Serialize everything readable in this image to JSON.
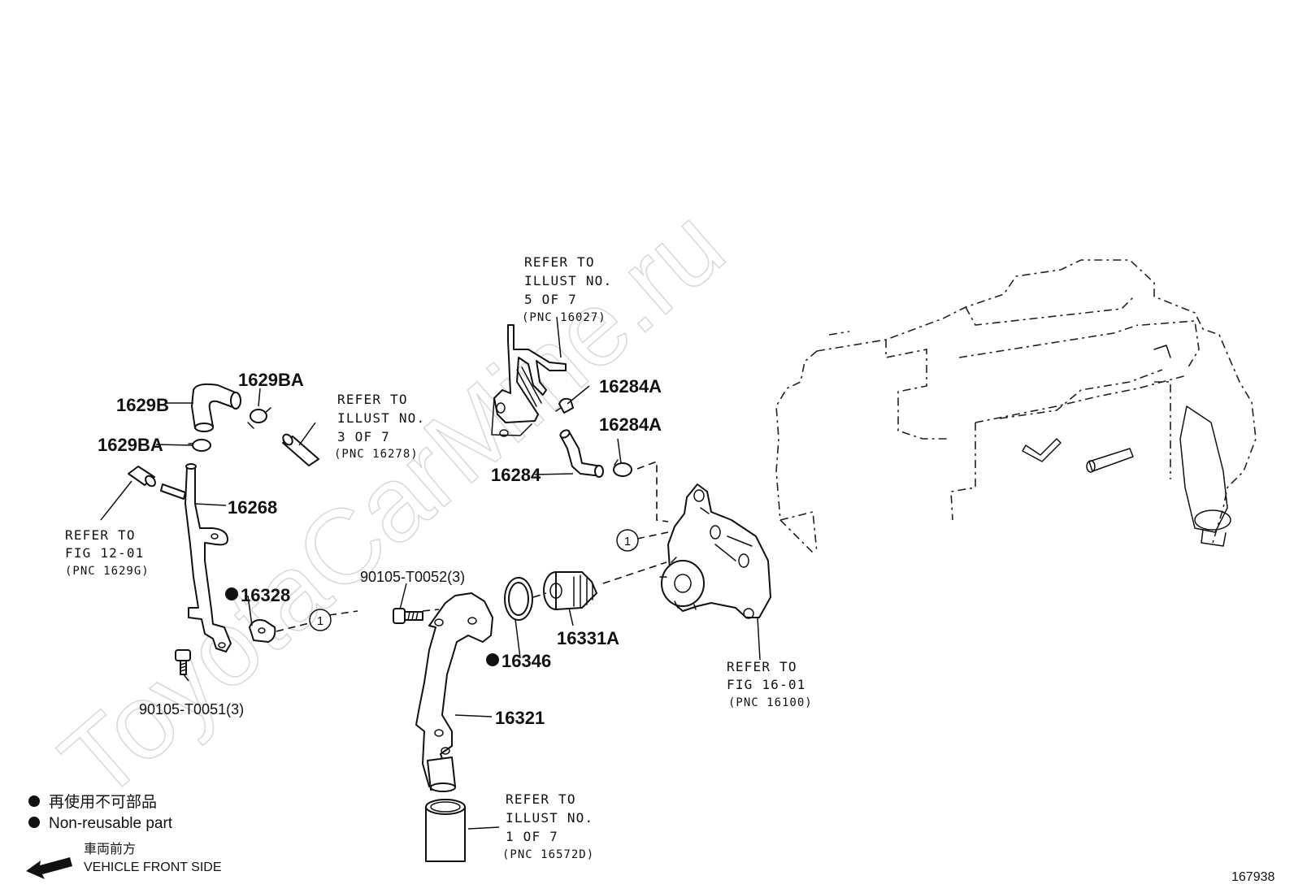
{
  "watermark": "ToyotaCarMine.ru",
  "figure_number": "167938",
  "part_labels": {
    "p1629BA_top": "1629BA",
    "p1629B": "1629B",
    "p1629BA_left": "1629BA",
    "p16268": "16268",
    "p16328": "16328",
    "p90105_T0051": "90105-T0051(3)",
    "p90105_T0052": "90105-T0052(3)",
    "p16346": "16346",
    "p16321": "16321",
    "p16331A": "16331A",
    "p16284A_top": "16284A",
    "p16284A_mid": "16284A",
    "p16284": "16284"
  },
  "refer_notes": {
    "r3of7": [
      "REFER TO",
      "ILLUST NO.",
      "3 OF 7",
      "(PNC 16278)"
    ],
    "r5of7": [
      "REFER TO",
      "ILLUST NO.",
      "5 OF 7",
      "(PNC 16027)"
    ],
    "rfig1201": [
      "REFER TO",
      "FIG 12-01",
      "(PNC 1629G)"
    ],
    "rfig1601": [
      "REFER TO",
      "FIG 16-01",
      "(PNC 16100)"
    ],
    "r1of7": [
      "REFER TO",
      "ILLUST NO.",
      "1 OF 7",
      "(PNC 16572D)"
    ]
  },
  "connector_mark": "1",
  "legend": {
    "nonreusable_jp": "再使用不可部品",
    "nonreusable_en": "Non-reusable part",
    "front_jp": "車両前方",
    "front_en": "VEHICLE FRONT SIDE"
  }
}
